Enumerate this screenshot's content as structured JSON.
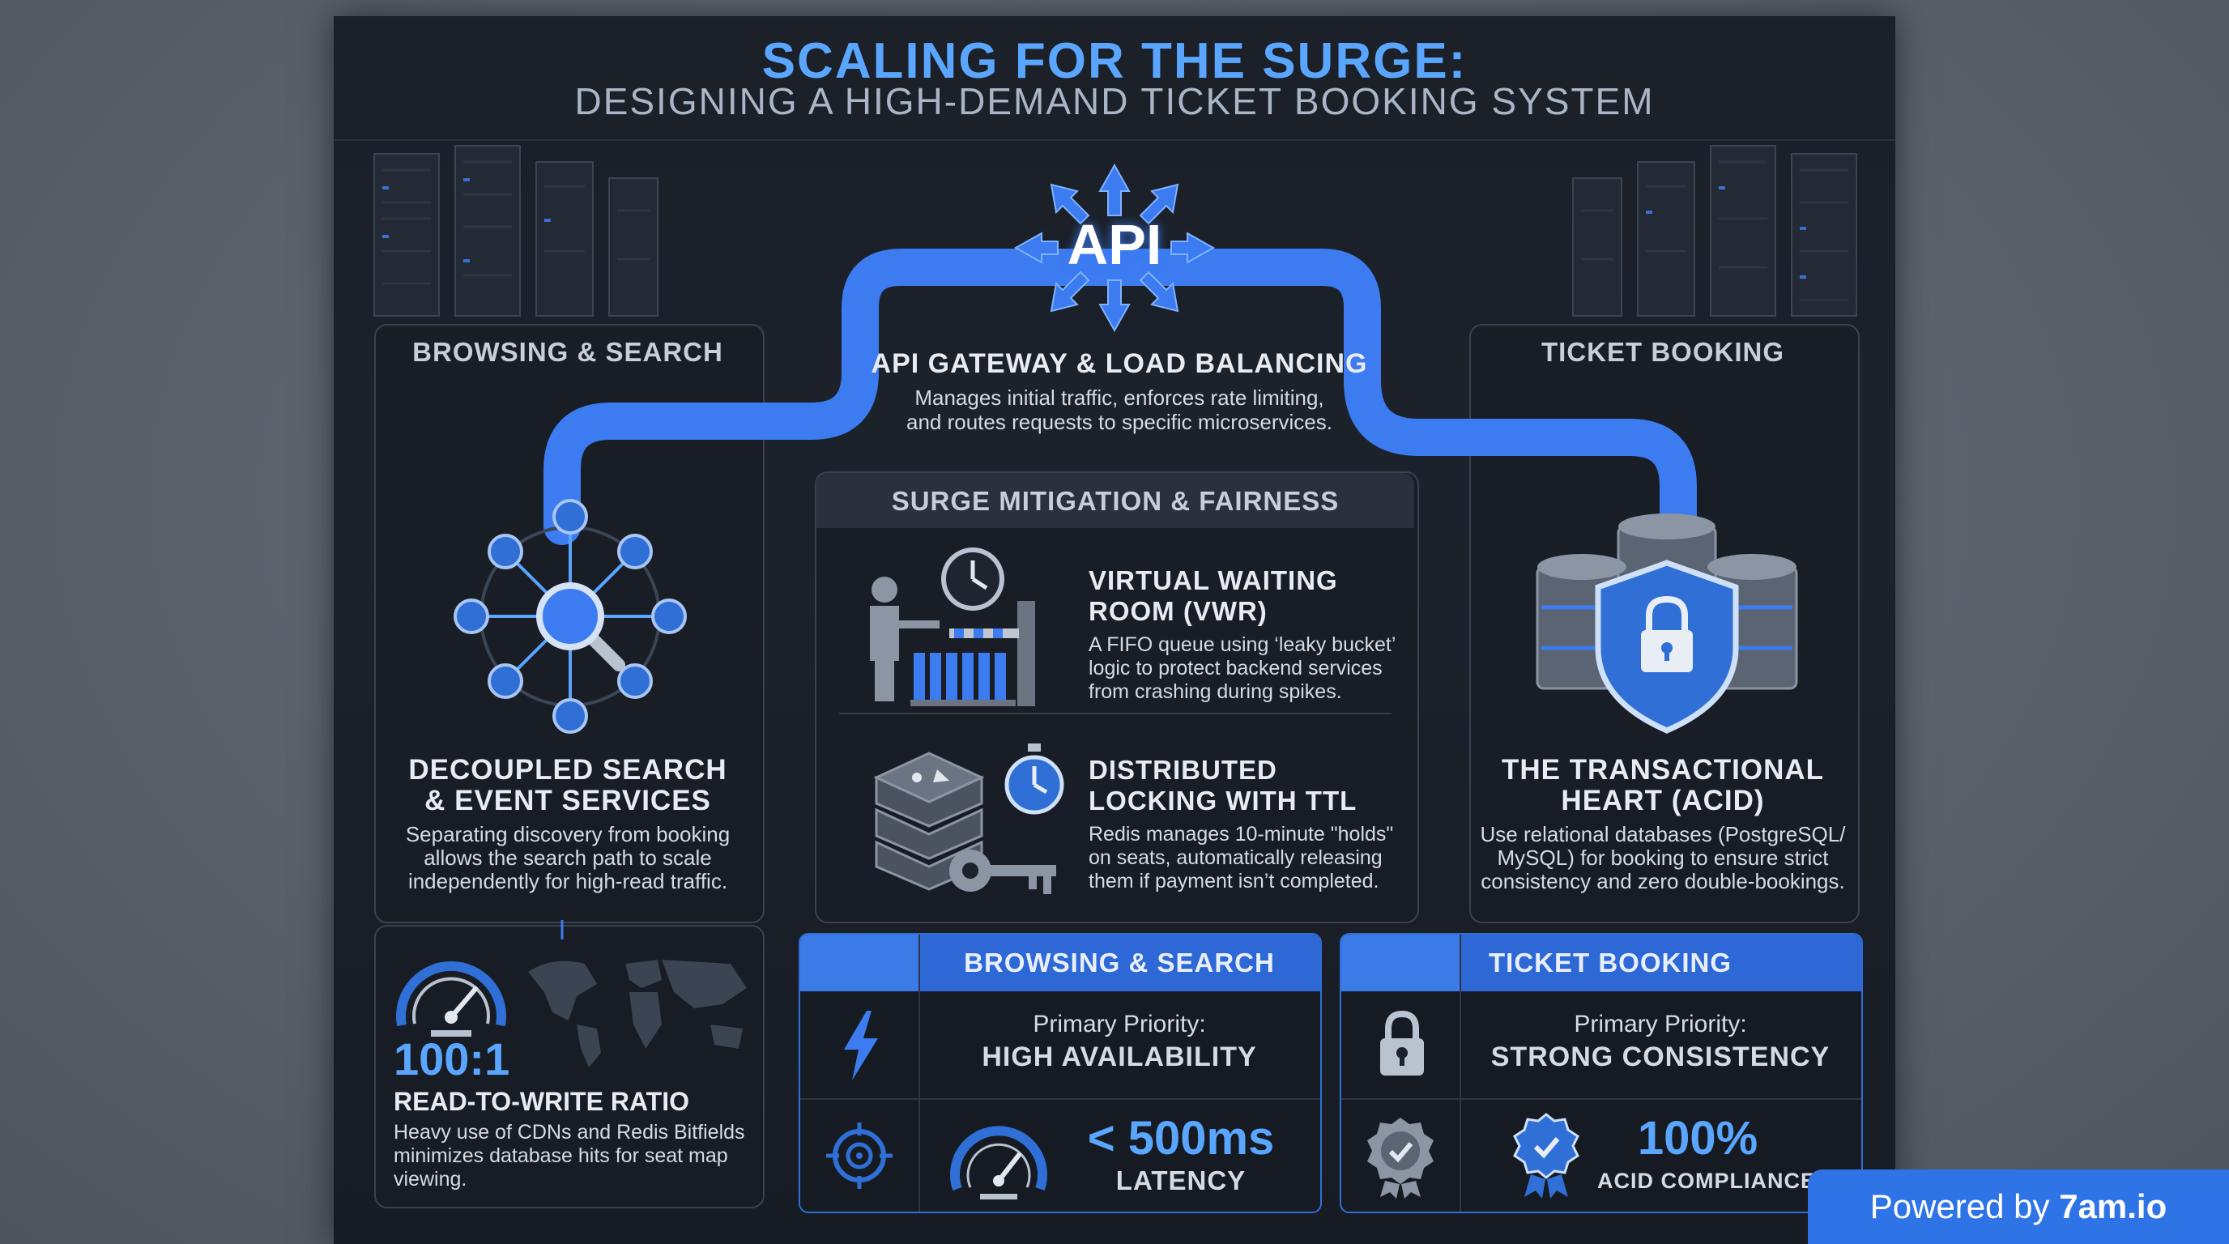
{
  "title": "SCALING FOR THE SURGE:",
  "subtitle": "DESIGNING A HIGH-DEMAND TICKET BOOKING SYSTEM",
  "api_label": "API",
  "gateway": {
    "heading": "API GATEWAY & LOAD BALANCING",
    "line1": "Manages initial traffic, enforces rate limiting,",
    "line2": "and routes requests to specific microservices."
  },
  "left_panel": {
    "header": "BROWSING & SEARCH",
    "heading1": "DECOUPLED SEARCH",
    "heading2": "& EVENT SERVICES",
    "line1": "Separating discovery from booking",
    "line2": "allows the search path to scale",
    "line3": "independently for high-read traffic."
  },
  "right_panel": {
    "header": "TICKET BOOKING",
    "heading1": "THE TRANSACTIONAL",
    "heading2": "HEART (ACID)",
    "line1": "Use relational databases (PostgreSQL/",
    "line2": "MySQL) for booking to ensure strict",
    "line3": "consistency and zero double-bookings."
  },
  "center_panel": {
    "header": "SURGE MITIGATION & FAIRNESS",
    "vwr": {
      "heading1": "VIRTUAL WAITING",
      "heading2": "ROOM (VWR)",
      "line1": "A FIFO queue using ‘leaky bucket’",
      "line2": "logic to protect backend services",
      "line3": "from crashing during spikes."
    },
    "lock": {
      "heading1": "DISTRIBUTED",
      "heading2": "LOCKING WITH TTL",
      "line1": "Redis manages 10-minute \"holds\"",
      "line2": "on seats, automatically releasing",
      "line3": "them if payment isn’t completed."
    }
  },
  "ratio": {
    "value": "100:1",
    "label": "READ-TO-WRITE RATIO",
    "line1": "Heavy use of CDNs and Redis Bitfields",
    "line2": "minimizes database hits for seat map",
    "line3": "viewing."
  },
  "browse_table": {
    "header": "BROWSING & SEARCH",
    "priority_label": "Primary Priority:",
    "priority_value": "HIGH AVAILABILITY",
    "metric_value": "< 500ms",
    "metric_label": "LATENCY"
  },
  "booking_table": {
    "header": "TICKET BOOKING",
    "priority_label": "Primary Priority:",
    "priority_value": "STRONG CONSISTENCY",
    "metric_value": "100%",
    "metric_label": "ACID COMPLIANCE"
  },
  "badge": {
    "prefix": "Powered by ",
    "brand": "7am.io"
  },
  "colors": {
    "accent_blue": "#3c7bf0",
    "light_blue": "#5aa6ff",
    "panel_border": "#3a4250"
  },
  "icons": [
    "api-arrows-icon",
    "network-search-icon",
    "database-shield-icon",
    "waiting-room-icon",
    "clock-icon",
    "redis-stack-icon",
    "stopwatch-icon",
    "key-icon",
    "speedometer-icon",
    "world-map-icon",
    "lightning-icon",
    "target-icon",
    "padlock-icon",
    "certificate-badge-icon"
  ]
}
